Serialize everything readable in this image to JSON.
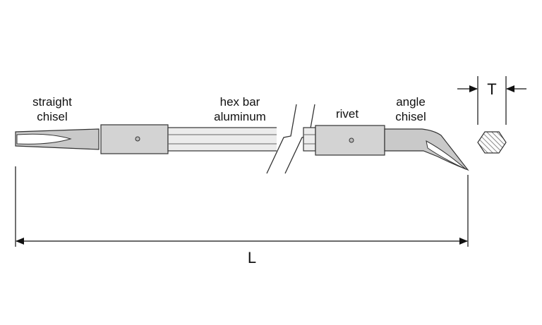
{
  "labels": {
    "straight_chisel": [
      "straight",
      "chisel"
    ],
    "hex_bar": [
      "hex bar",
      "aluminum"
    ],
    "rivet": "rivet",
    "angle_chisel": [
      "angle",
      "chisel"
    ]
  },
  "dimensions": {
    "length": "L",
    "thickness": "T"
  },
  "colors": {
    "metal": "#c9c9c9",
    "collar": "#d3d3d3",
    "outline": "#333333",
    "hatch": "#555555"
  }
}
